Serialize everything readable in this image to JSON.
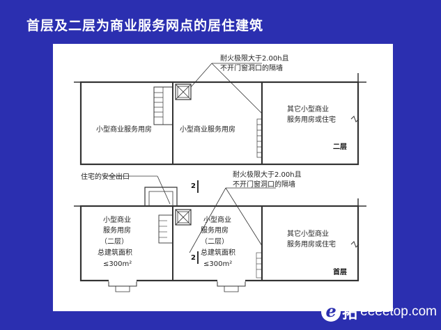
{
  "slide": {
    "title": "首层及二层为商业服务网点的居住建筑"
  },
  "diagram": {
    "upper": {
      "annotation_line1": "耐火极限大于2.00h且",
      "annotation_line2": "不开门窗洞口的隔墙",
      "room_left": "小型商业服务用房",
      "room_mid": "小型商业服务用房",
      "room_right_line1": "其它小型商业",
      "room_right_line2": "服务用房或住宅",
      "floor_label": "二层"
    },
    "lower": {
      "exit_label": "住宅的安全出口",
      "annotation_line1": "耐火极限大于2.00h且",
      "annotation_line2": "不开门窗洞口的隔墙",
      "section_mark": "2",
      "left_unit": [
        "小型商业",
        "服务用房",
        "（二层）",
        "总建筑面积",
        "≤300m²"
      ],
      "mid_unit": [
        "小型商业",
        "服务用房",
        "（二层）",
        "总建筑面积",
        "≤300m²"
      ],
      "room_right_line1": "其它小型商业",
      "room_right_line2": "服务用房或住宅",
      "floor_label": "首层"
    }
  },
  "watermark": {
    "logo_letter": "e",
    "logo_text": "拓",
    "url": "eeeetop.com"
  }
}
